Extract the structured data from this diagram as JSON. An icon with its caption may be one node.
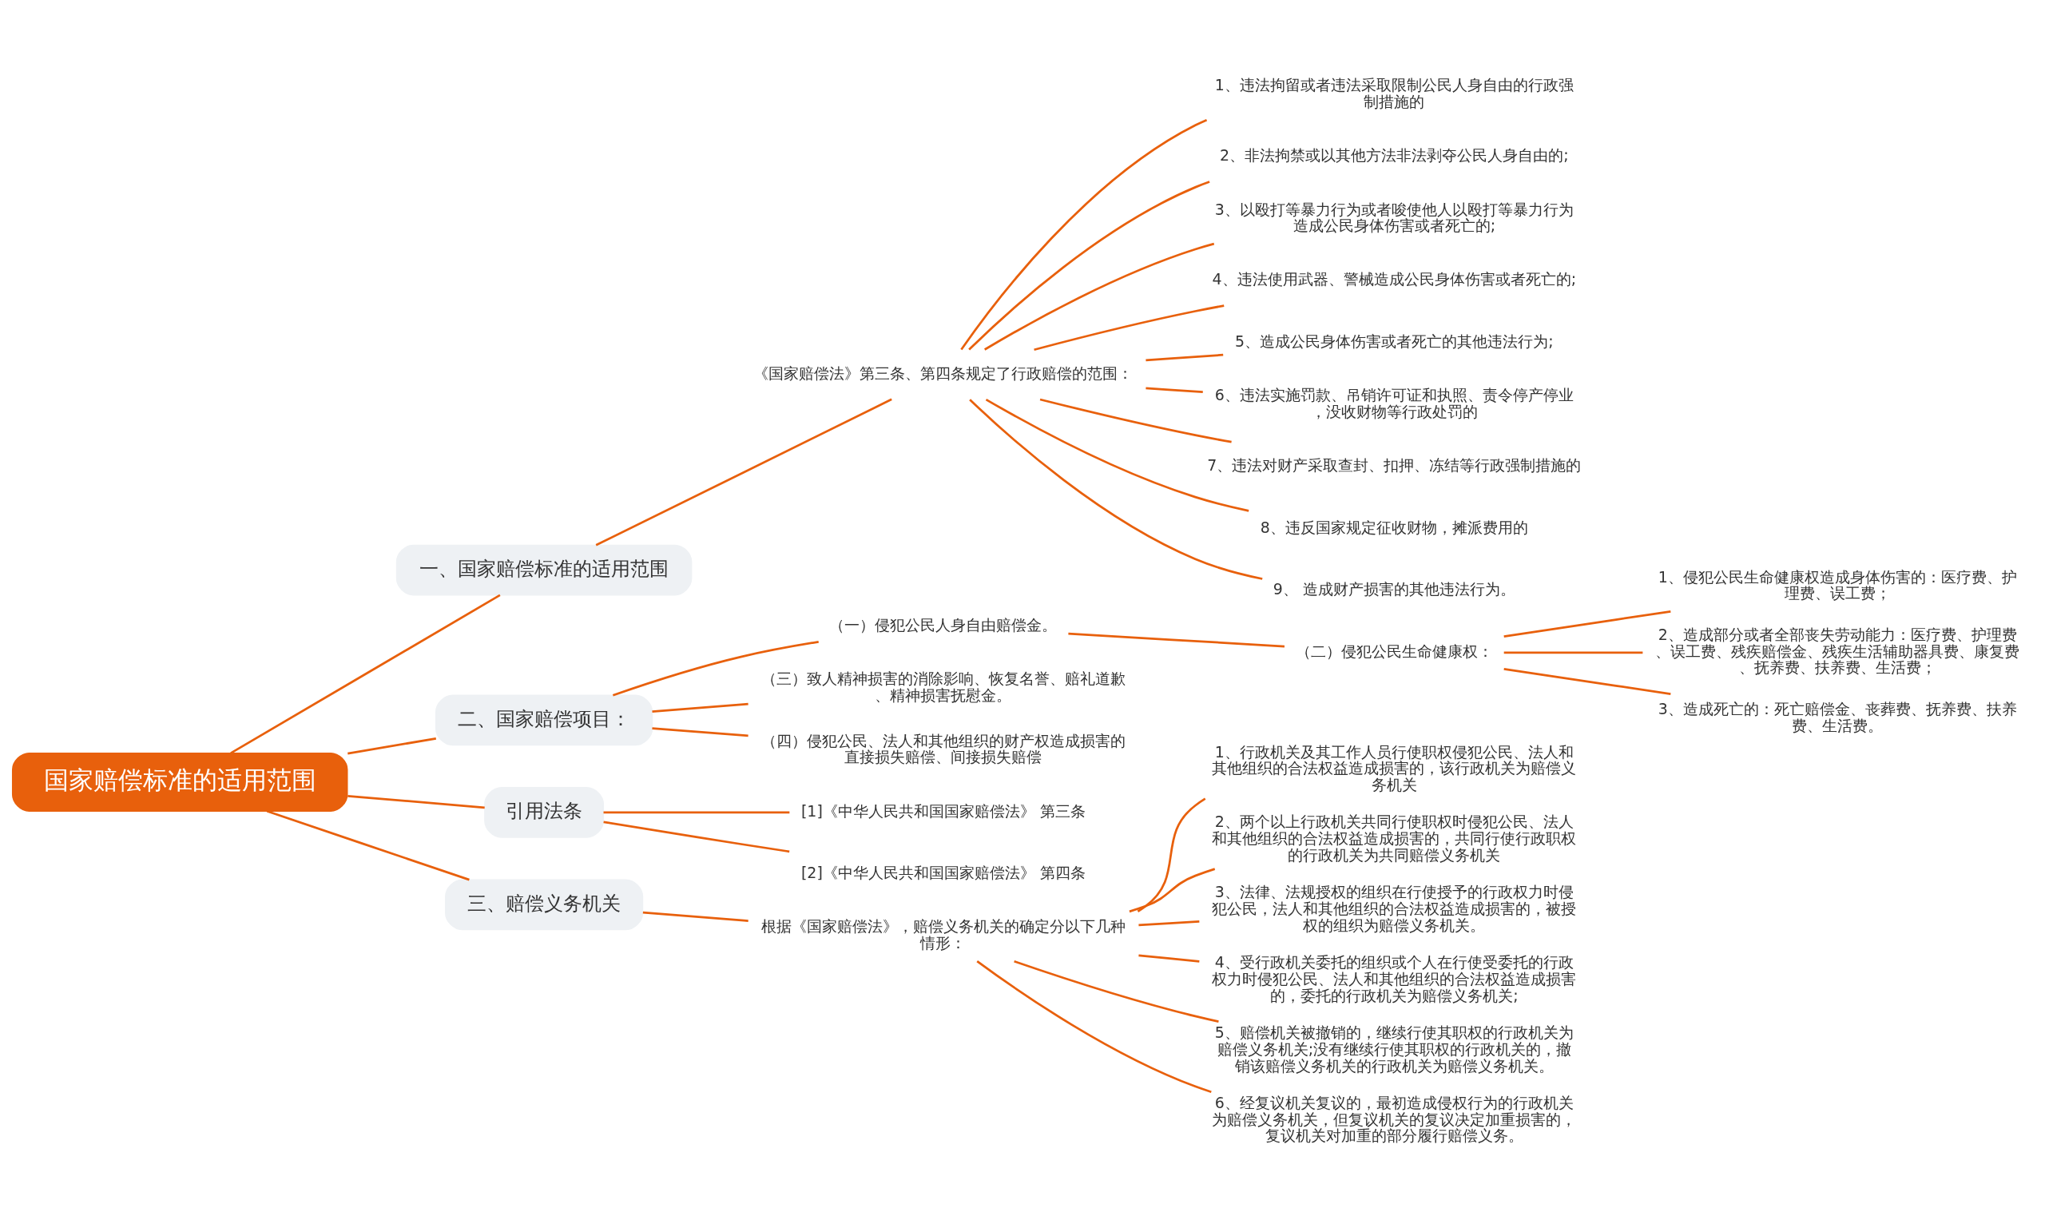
{
  "diagram": {
    "nodes": [
      {
        "text": [
          "国家赔偿标准的适用范围"
        ]
      },
      {
        "text": [
          "一、国家赔偿标准的适用范围"
        ]
      },
      {
        "text": [
          "《国家赔偿法》第三条、第四条规定了行政赔偿的范围："
        ]
      },
      {
        "text": [
          "1、违法拘留或者违法采取限制公民人身自由的行政强制措施的"
        ]
      },
      {
        "text": [
          "2、非法拘禁或以其他方法非法剥夺公民人身自由的;"
        ]
      },
      {
        "text": [
          "3、以殴打等暴力行为或者唆使他人以殴打等暴力行为造成公民身体伤害或者死亡的;"
        ]
      },
      {
        "text": [
          "4、违法使用武器、警械造成公民身体伤害或者死亡的;"
        ]
      },
      {
        "text": [
          "5、造成公民身体伤害或者死亡的其他违法行为;"
        ]
      },
      {
        "text": [
          "6、违法实施罚款、吊销许可证和执照、责令停产停业，没收财物等行政处罚的"
        ]
      },
      {
        "text": [
          "7、违法对财产采取查封、扣押、冻结等行政强制措施的"
        ]
      },
      {
        "text": [
          "8、违反国家规定征收财物，摊派费用的"
        ]
      },
      {
        "text": [
          "9、 造成财产损害的其他违法行为。"
        ]
      },
      {
        "text": [
          "二、国家赔偿项目："
        ]
      },
      {
        "text": [
          "（一）侵犯公民人身自由赔偿金。"
        ]
      },
      {
        "text": [
          "（二）侵犯公民生命健康权："
        ]
      },
      {
        "text": [
          "1、侵犯公民生命健康权造成身体伤害的：医疗费、护理费、误工费；"
        ]
      },
      {
        "text": [
          "2、造成部分或者全部丧失劳动能力：医疗费、护理费、误工费、残疾赔偿金、残疾生活辅助器具费、康复费、抚养费、扶养费、生活费；"
        ]
      },
      {
        "text": [
          "3、造成死亡的：死亡赔偿金、丧葬费、抚养费、扶养费、生活费。"
        ]
      },
      {
        "text": [
          "（三）致人精神损害的消除影响、恢复名誉、赔礼道歉、精神损害抚慰金。"
        ]
      },
      {
        "text": [
          "（四）侵犯公民、法人和其他组织的财产权造成损害的直接损失赔偿、间接损失赔偿"
        ]
      },
      {
        "text": [
          "引用法条"
        ]
      },
      {
        "text": [
          "[1]《中华人民共和国国家赔偿法》 第三条"
        ]
      },
      {
        "text": [
          "[2]《中华人民共和国国家赔偿法》 第四条"
        ]
      },
      {
        "text": [
          "三、赔偿义务机关"
        ]
      },
      {
        "text": [
          "根据《国家赔偿法》，赔偿义务机关的确定分以下几种情形："
        ]
      },
      {
        "text": [
          "1、行政机关及其工作人员行使职权侵犯公民、法人和其他组织的合法权益造成损害的，该行政机关为赔偿义务机关"
        ]
      },
      {
        "text": [
          "2、两个以上行政机关共同行使职权时侵犯公民、法人和其他组织的合法权益造成损害的，共同行使行政职权的行政机关为共同赔偿义务机关"
        ]
      },
      {
        "text": [
          "3、法律、法规授权的组织在行使授予的行政权力时侵犯公民，法人和其他组织的合法权益造成损害的，被授权的组织为赔偿义务机关。"
        ]
      },
      {
        "text": [
          "4、受行政机关委托的组织或个人在行使受委托的行政权力时侵犯公民、法人和其他组织的合法权益造成损害的，委托的行政机关为赔偿义务机关;"
        ]
      },
      {
        "text": [
          "5、赔偿机关被撤销的，继续行使其职权的行政机关为赔偿义务机关;没有继续行使其职权的行政机关的，撤销该赔偿义务机关的行政机关为赔偿义务机关。"
        ]
      },
      {
        "text": [
          "6、经复议机关复议的，最初造成侵权行为的行政机关为赔偿义务机关，但复议机关的复议决定加重损害的，复议机关对加重的部分履行赔偿义务。"
        ]
      }
    ],
    "edges": [
      {
        "from": 0,
        "to": 1,
        "arrow": "none"
      },
      {
        "from": 1,
        "to": 2,
        "arrow": "none"
      },
      {
        "from": 2,
        "to": 3,
        "arrow": "none"
      },
      {
        "from": 2,
        "to": 4,
        "arrow": "none"
      },
      {
        "from": 2,
        "to": 5,
        "arrow": "none"
      },
      {
        "from": 2,
        "to": 6,
        "arrow": "none"
      },
      {
        "from": 2,
        "to": 7,
        "arrow": "none"
      },
      {
        "from": 2,
        "to": 8,
        "arrow": "none"
      },
      {
        "from": 2,
        "to": 9,
        "arrow": "none"
      },
      {
        "from": 2,
        "to": 10,
        "arrow": "none"
      },
      {
        "from": 2,
        "to": 11,
        "arrow": "none"
      },
      {
        "from": 0,
        "to": 12,
        "arrow": "none"
      },
      {
        "from": 12,
        "to": 13,
        "arrow": "none"
      },
      {
        "from": 13,
        "to": 14,
        "arrow": "none"
      },
      {
        "from": 14,
        "to": 15,
        "arrow": "none"
      },
      {
        "from": 14,
        "to": 16,
        "arrow": "none"
      },
      {
        "from": 14,
        "to": 17,
        "arrow": "none"
      },
      {
        "from": 12,
        "to": 18,
        "arrow": "none"
      },
      {
        "from": 12,
        "to": 19,
        "arrow": "none"
      },
      {
        "from": 0,
        "to": 20,
        "arrow": "none"
      },
      {
        "from": 20,
        "to": 21,
        "arrow": "none"
      },
      {
        "from": 20,
        "to": 22,
        "arrow": "none"
      },
      {
        "from": 0,
        "to": 23,
        "arrow": "none"
      },
      {
        "from": 23,
        "to": 24,
        "arrow": "none"
      },
      {
        "from": 24,
        "to": 25,
        "arrow": "none"
      },
      {
        "from": 24,
        "to": 26,
        "arrow": "none"
      },
      {
        "from": 24,
        "to": 27,
        "arrow": "none"
      },
      {
        "from": 24,
        "to": 28,
        "arrow": "none"
      },
      {
        "from": 24,
        "to": 29,
        "arrow": "none"
      },
      {
        "from": 24,
        "to": 30,
        "arrow": "none"
      }
    ]
  }
}
